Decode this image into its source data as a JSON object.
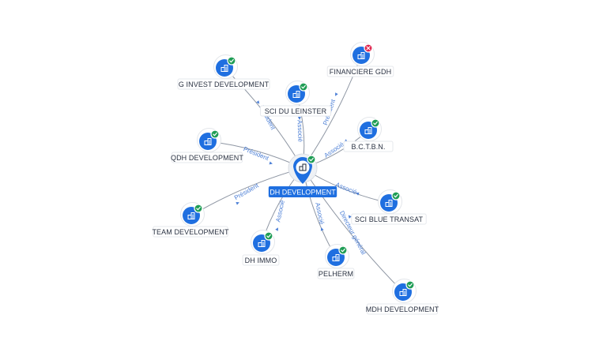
{
  "center": {
    "label": "DH DEVELOPMENT",
    "status": "active",
    "icon": "building-icon"
  },
  "nodes": [
    {
      "id": "g-invest",
      "label": "G INVEST DEVELOPMENT",
      "status": "active",
      "relation": "Président",
      "icon": "building-icon"
    },
    {
      "id": "sci-leinster",
      "label": "SCI DU LEINSTER",
      "status": "active",
      "relation": "Associé",
      "icon": "building-icon"
    },
    {
      "id": "financiere-gdh",
      "label": "FINANCIERE GDH",
      "status": "closed",
      "relation": "Président",
      "icon": "building-icon"
    },
    {
      "id": "bctbn",
      "label": "B.C.T.B.N.",
      "status": "active",
      "relation": "Associé",
      "icon": "building-icon"
    },
    {
      "id": "qdh",
      "label": "QDH DEVELOPMENT",
      "status": "active",
      "relation": "Président",
      "icon": "building-icon"
    },
    {
      "id": "sci-blue",
      "label": "SCI BLUE TRANSAT",
      "status": "active",
      "relation": "Associé",
      "icon": "building-icon"
    },
    {
      "id": "team",
      "label": "TEAM DEVELOPMENT",
      "status": "active",
      "relation": "Président",
      "icon": "building-icon"
    },
    {
      "id": "dh-immo",
      "label": "DH IMMO",
      "status": "active",
      "relation": "Associé",
      "icon": "building-icon"
    },
    {
      "id": "pelherm",
      "label": "PELHERM",
      "status": "active",
      "relation": "Associé",
      "icon": "building-icon"
    },
    {
      "id": "mdh",
      "label": "MDH DEVELOPMENT",
      "status": "active",
      "relation": "Directeur général",
      "icon": "building-icon"
    }
  ],
  "colors": {
    "node": "#1f6fe0",
    "active_badge": "#1f9d55",
    "closed_badge": "#e0244d",
    "edge": "#8e96a3",
    "edge_label": "#4c7fd6"
  }
}
